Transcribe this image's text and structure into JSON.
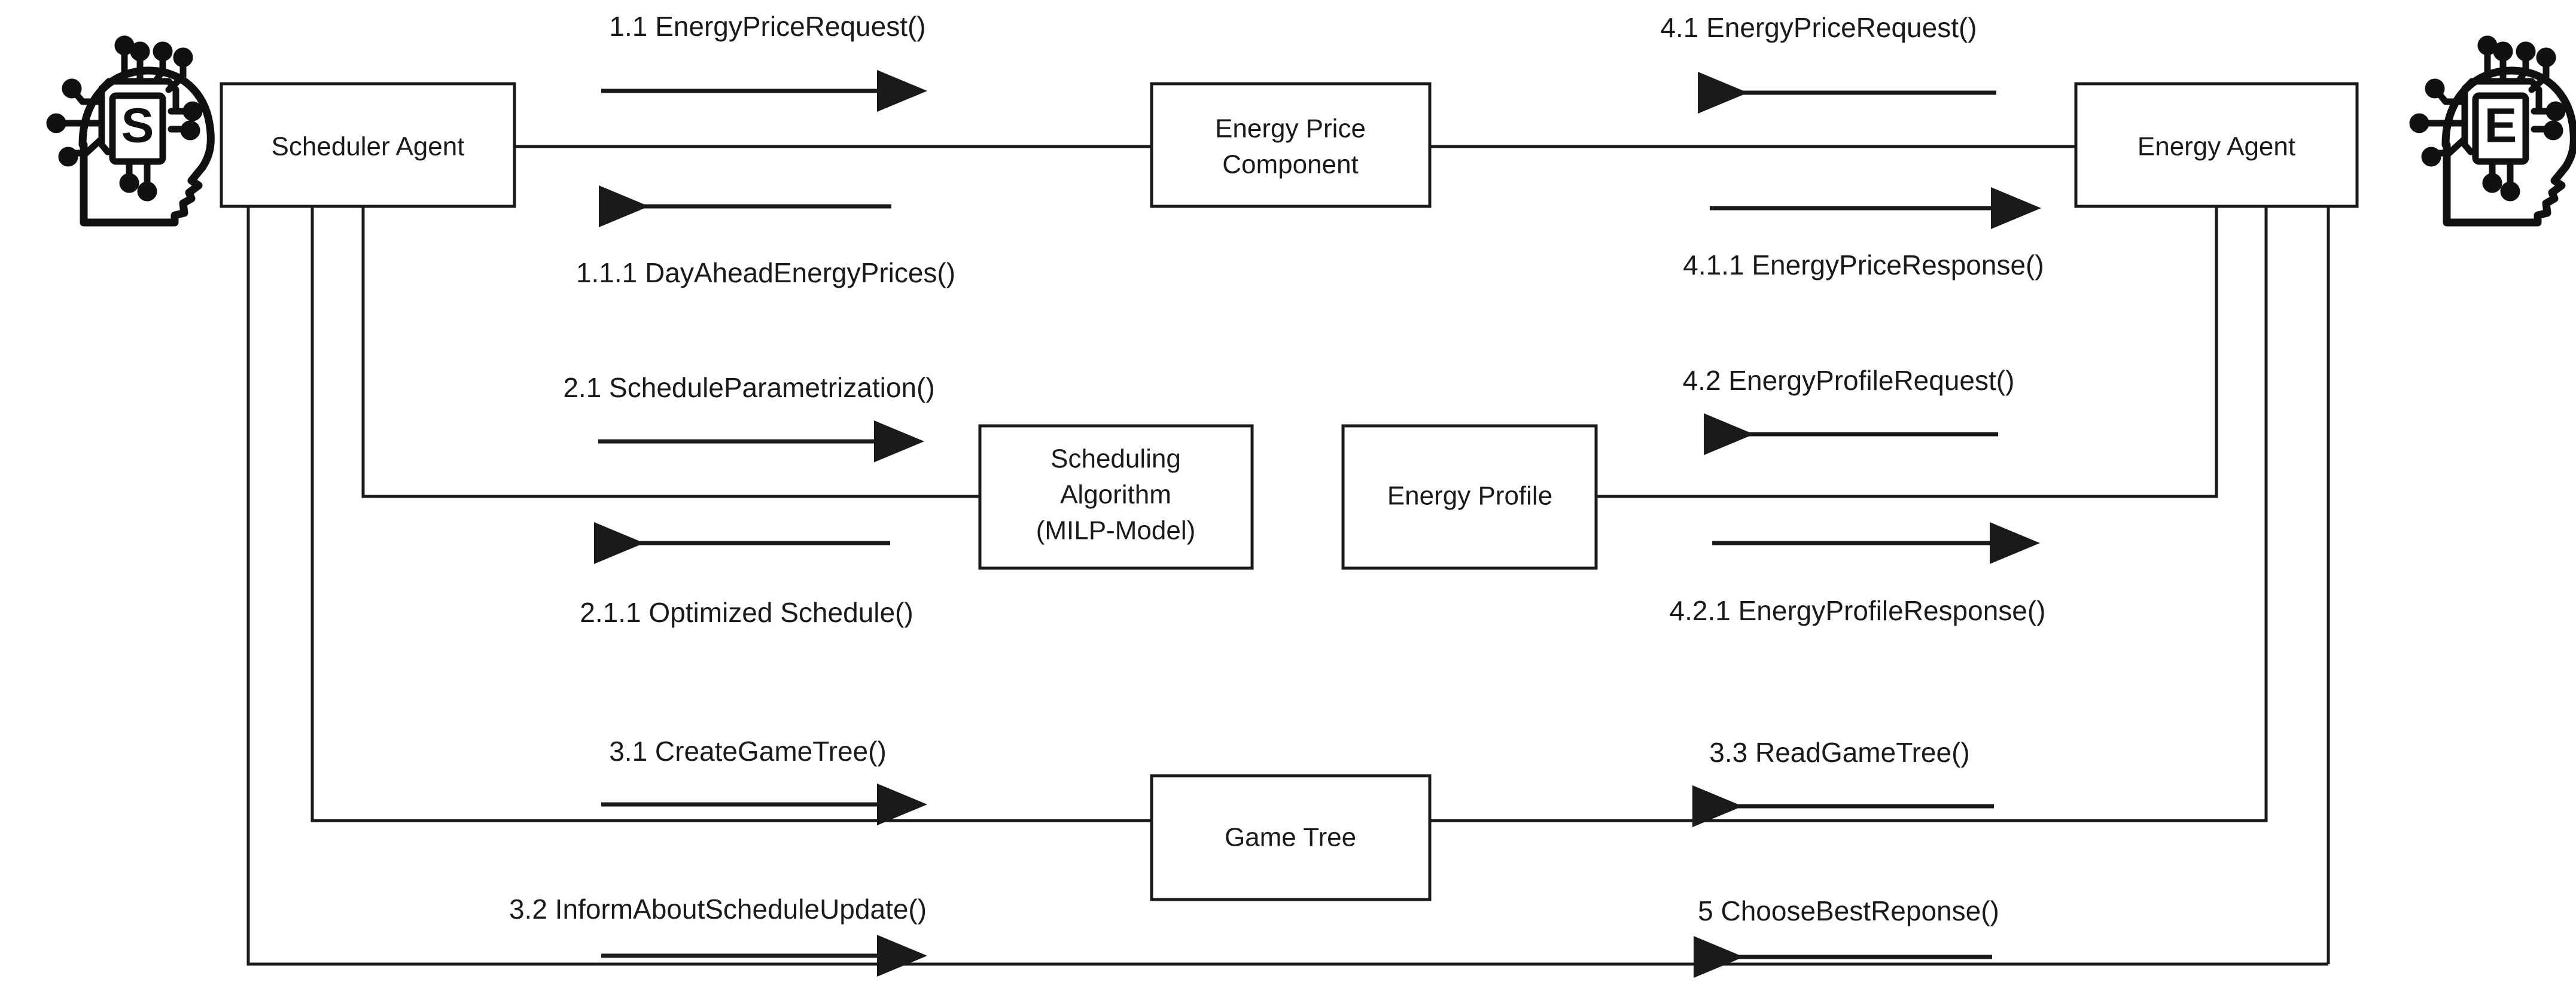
{
  "diagram": {
    "type": "communication-sequence-diagram",
    "background_color": "#ffffff",
    "line_color": "#1a1a1a",
    "nodes": [
      {
        "id": "scheduler-agent",
        "label": "Scheduler Agent",
        "lines": [
          "Scheduler Agent"
        ]
      },
      {
        "id": "energy-price-component",
        "label": "Energy Price Component",
        "lines": [
          "Energy Price",
          "Component"
        ]
      },
      {
        "id": "energy-agent",
        "label": "Energy Agent",
        "lines": [
          "Energy Agent"
        ]
      },
      {
        "id": "scheduling-algorithm",
        "label": "Scheduling Algorithm (MILP-Model)",
        "lines": [
          "Scheduling",
          "Algorithm",
          "(MILP-Model)"
        ]
      },
      {
        "id": "energy-profile",
        "label": "Energy Profile",
        "lines": [
          "Energy Profile"
        ]
      },
      {
        "id": "game-tree",
        "label": "Game Tree",
        "lines": [
          "Game Tree"
        ]
      }
    ],
    "actors": [
      {
        "id": "scheduler-actor",
        "initial": "S",
        "icon": "ai-head-chip-icon",
        "side": "left"
      },
      {
        "id": "energy-actor",
        "initial": "E",
        "icon": "ai-head-chip-icon",
        "side": "right"
      }
    ],
    "messages": [
      {
        "id": "m11",
        "label": "1.1 EnergyPriceRequest()",
        "direction": "right",
        "from": "scheduler-agent",
        "to": "energy-price-component"
      },
      {
        "id": "m111",
        "label": "1.1.1 DayAheadEnergyPrices()",
        "direction": "left",
        "from": "energy-price-component",
        "to": "scheduler-agent"
      },
      {
        "id": "m21",
        "label": "2.1 ScheduleParametrization()",
        "direction": "right",
        "from": "scheduler-agent",
        "to": "scheduling-algorithm"
      },
      {
        "id": "m211",
        "label": "2.1.1 Optimized Schedule()",
        "direction": "left",
        "from": "scheduling-algorithm",
        "to": "scheduler-agent"
      },
      {
        "id": "m31",
        "label": "3.1 CreateGameTree()",
        "direction": "right",
        "from": "scheduler-agent",
        "to": "game-tree"
      },
      {
        "id": "m32",
        "label": "3.2 InformAboutScheduleUpdate()",
        "direction": "right",
        "from": "scheduler-agent",
        "to": "game-tree"
      },
      {
        "id": "m41",
        "label": "4.1 EnergyPriceRequest()",
        "direction": "left",
        "from": "energy-agent",
        "to": "energy-price-component"
      },
      {
        "id": "m411",
        "label": "4.1.1 EnergyPriceResponse()",
        "direction": "right",
        "from": "energy-price-component",
        "to": "energy-agent"
      },
      {
        "id": "m42",
        "label": "4.2 EnergyProfileRequest()",
        "direction": "left",
        "from": "energy-agent",
        "to": "energy-profile"
      },
      {
        "id": "m421",
        "label": "4.2.1 EnergyProfileResponse()",
        "direction": "right",
        "from": "energy-profile",
        "to": "energy-agent"
      },
      {
        "id": "m33",
        "label": "3.3 ReadGameTree()",
        "direction": "left",
        "from": "energy-agent",
        "to": "game-tree"
      },
      {
        "id": "m5",
        "label": "5 ChooseBestReponse()",
        "direction": "left",
        "from": "energy-agent",
        "to": "game-tree"
      }
    ]
  }
}
